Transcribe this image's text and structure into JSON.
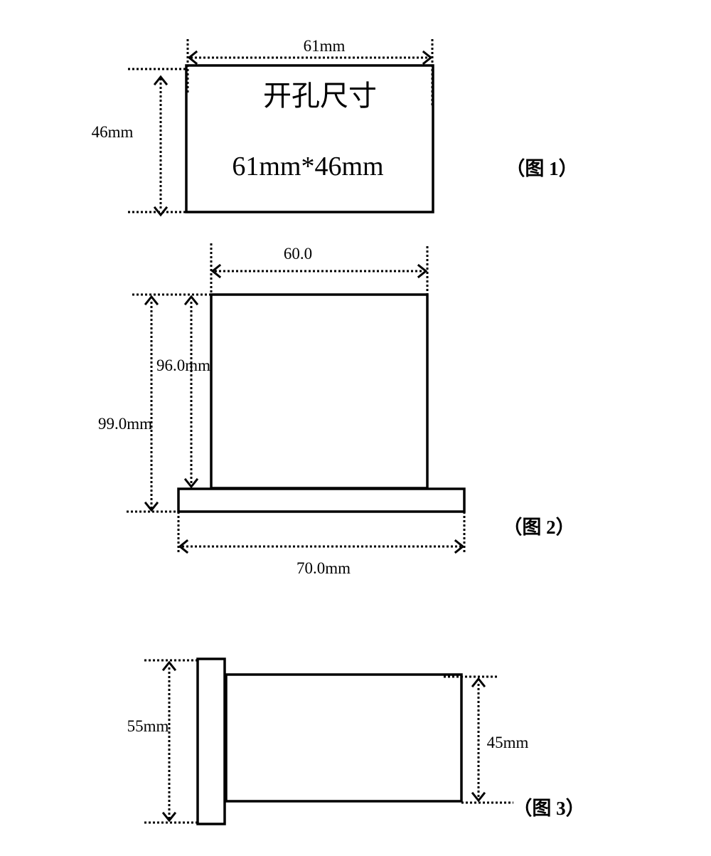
{
  "figure1": {
    "width_label": "61mm",
    "height_label": "46mm",
    "title_text": "开孔尺寸",
    "size_text": "61mm*46mm",
    "caption": "（图 1）"
  },
  "figure2": {
    "top_width_label": "60.0",
    "inner_height_label": "96.0mm",
    "outer_height_label": "99.0mm",
    "bottom_width_label": "70.0mm",
    "caption": "（图 2）"
  },
  "figure3": {
    "left_height_label": "55mm",
    "right_height_label": "45mm",
    "caption": "（图 3）"
  }
}
